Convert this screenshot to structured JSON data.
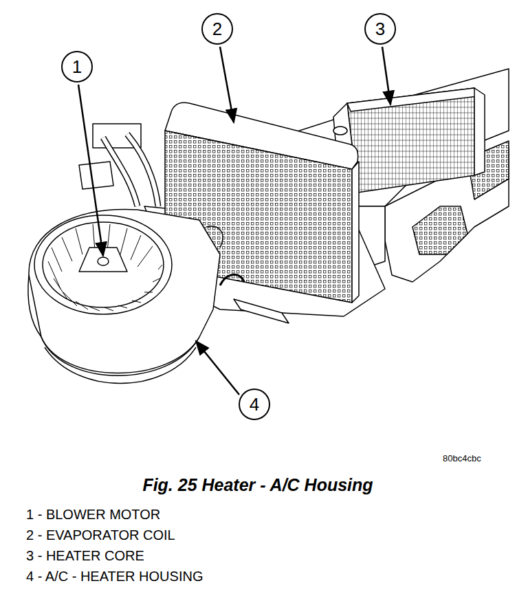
{
  "diagram": {
    "caption": "Fig. 25 Heater - A/C Housing",
    "nodes": [
      {
        "text": [
          "1"
        ]
      },
      {
        "text": [
          "2"
        ]
      },
      {
        "text": [
          "3"
        ]
      },
      {
        "text": [
          "4"
        ]
      }
    ],
    "labels": [
      "80bc4cbc",
      "1 - BLOWER MOTOR",
      "2 - EVAPORATOR COIL",
      "3 - HEATER CORE",
      "4 - A/C - HEATER HOUSING"
    ]
  }
}
